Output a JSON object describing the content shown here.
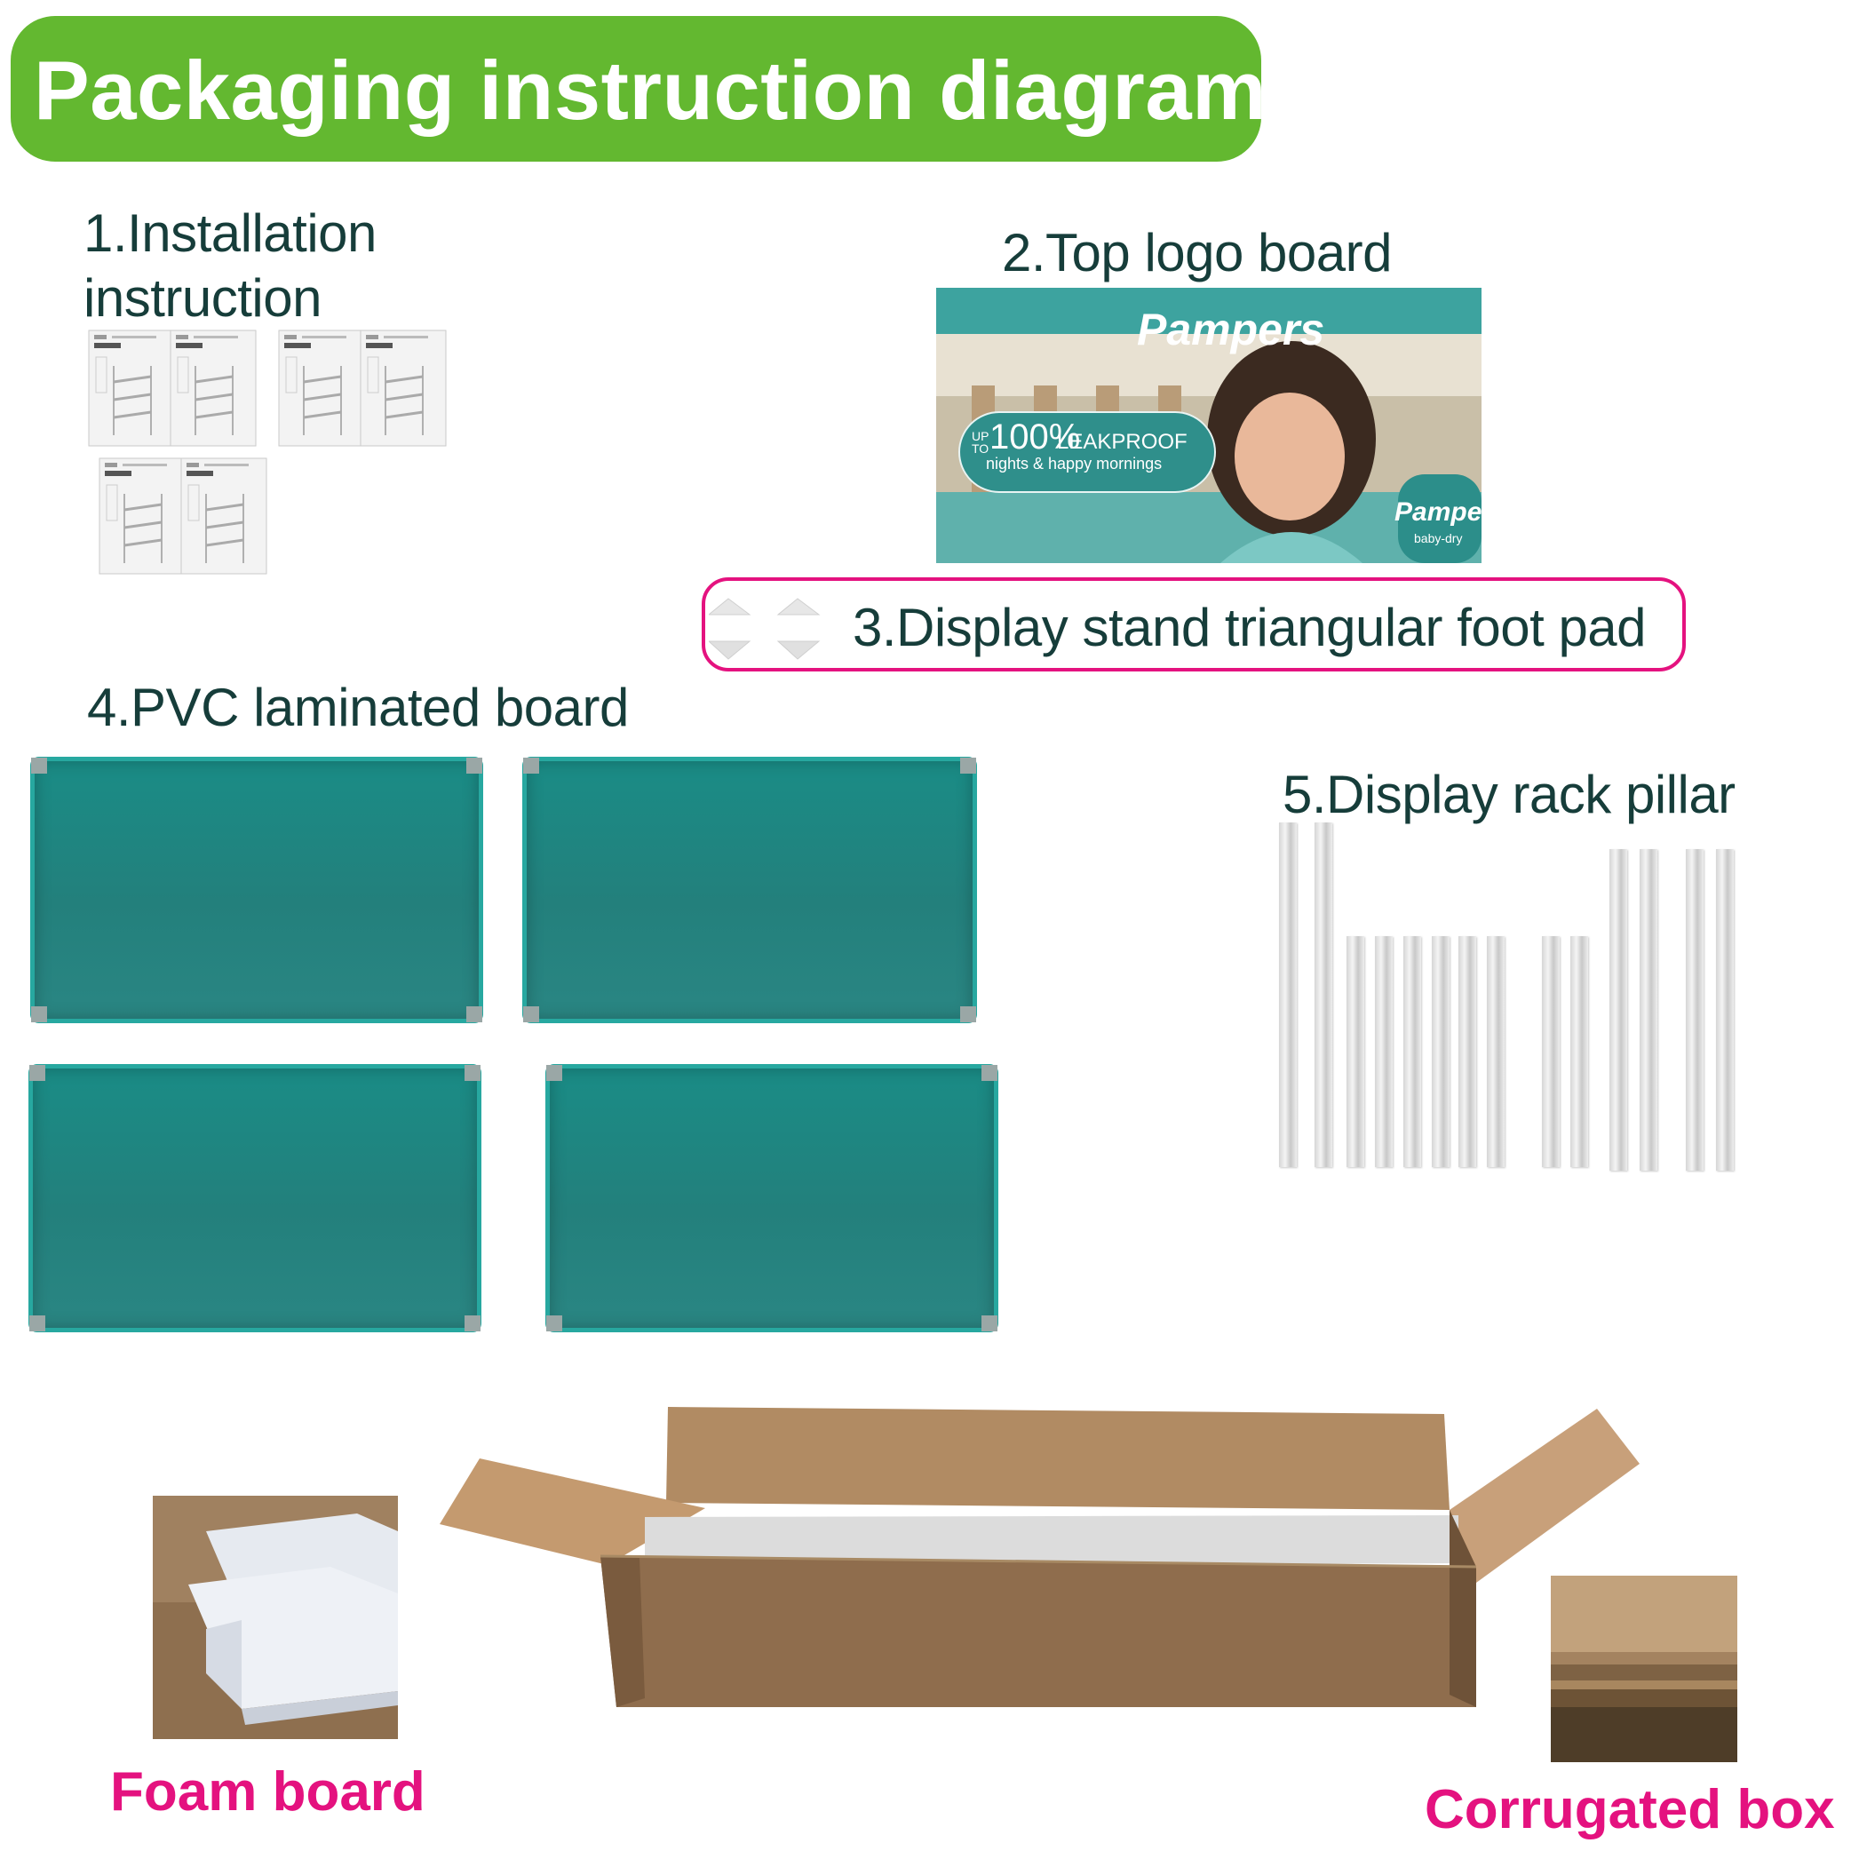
{
  "title": "Packaging instruction diagram",
  "items": {
    "installation": "1.Installation instruction",
    "installation_line1": "1.Installation",
    "installation_line2": "instruction",
    "logo_board": "2.Top logo board",
    "foot_pad": "3.Display stand triangular foot pad",
    "pvc_board": "4.PVC laminated board",
    "pillar": "5.Display rack pillar",
    "foam_board": "Foam board",
    "corrugated_box": "Corrugated box"
  },
  "logo": {
    "brand": "Pampers",
    "up_to": "UP TO",
    "percent": "100%",
    "leakproof": "LEAKPROOF",
    "tagline": "nights & happy mornings",
    "product": "baby-dry"
  },
  "colors": {
    "banner": "#63b830",
    "label_text": "#163d3a",
    "accent_pink": "#e4127f",
    "pvc_teal": "#23807c",
    "cardboard": "#b08a62"
  }
}
